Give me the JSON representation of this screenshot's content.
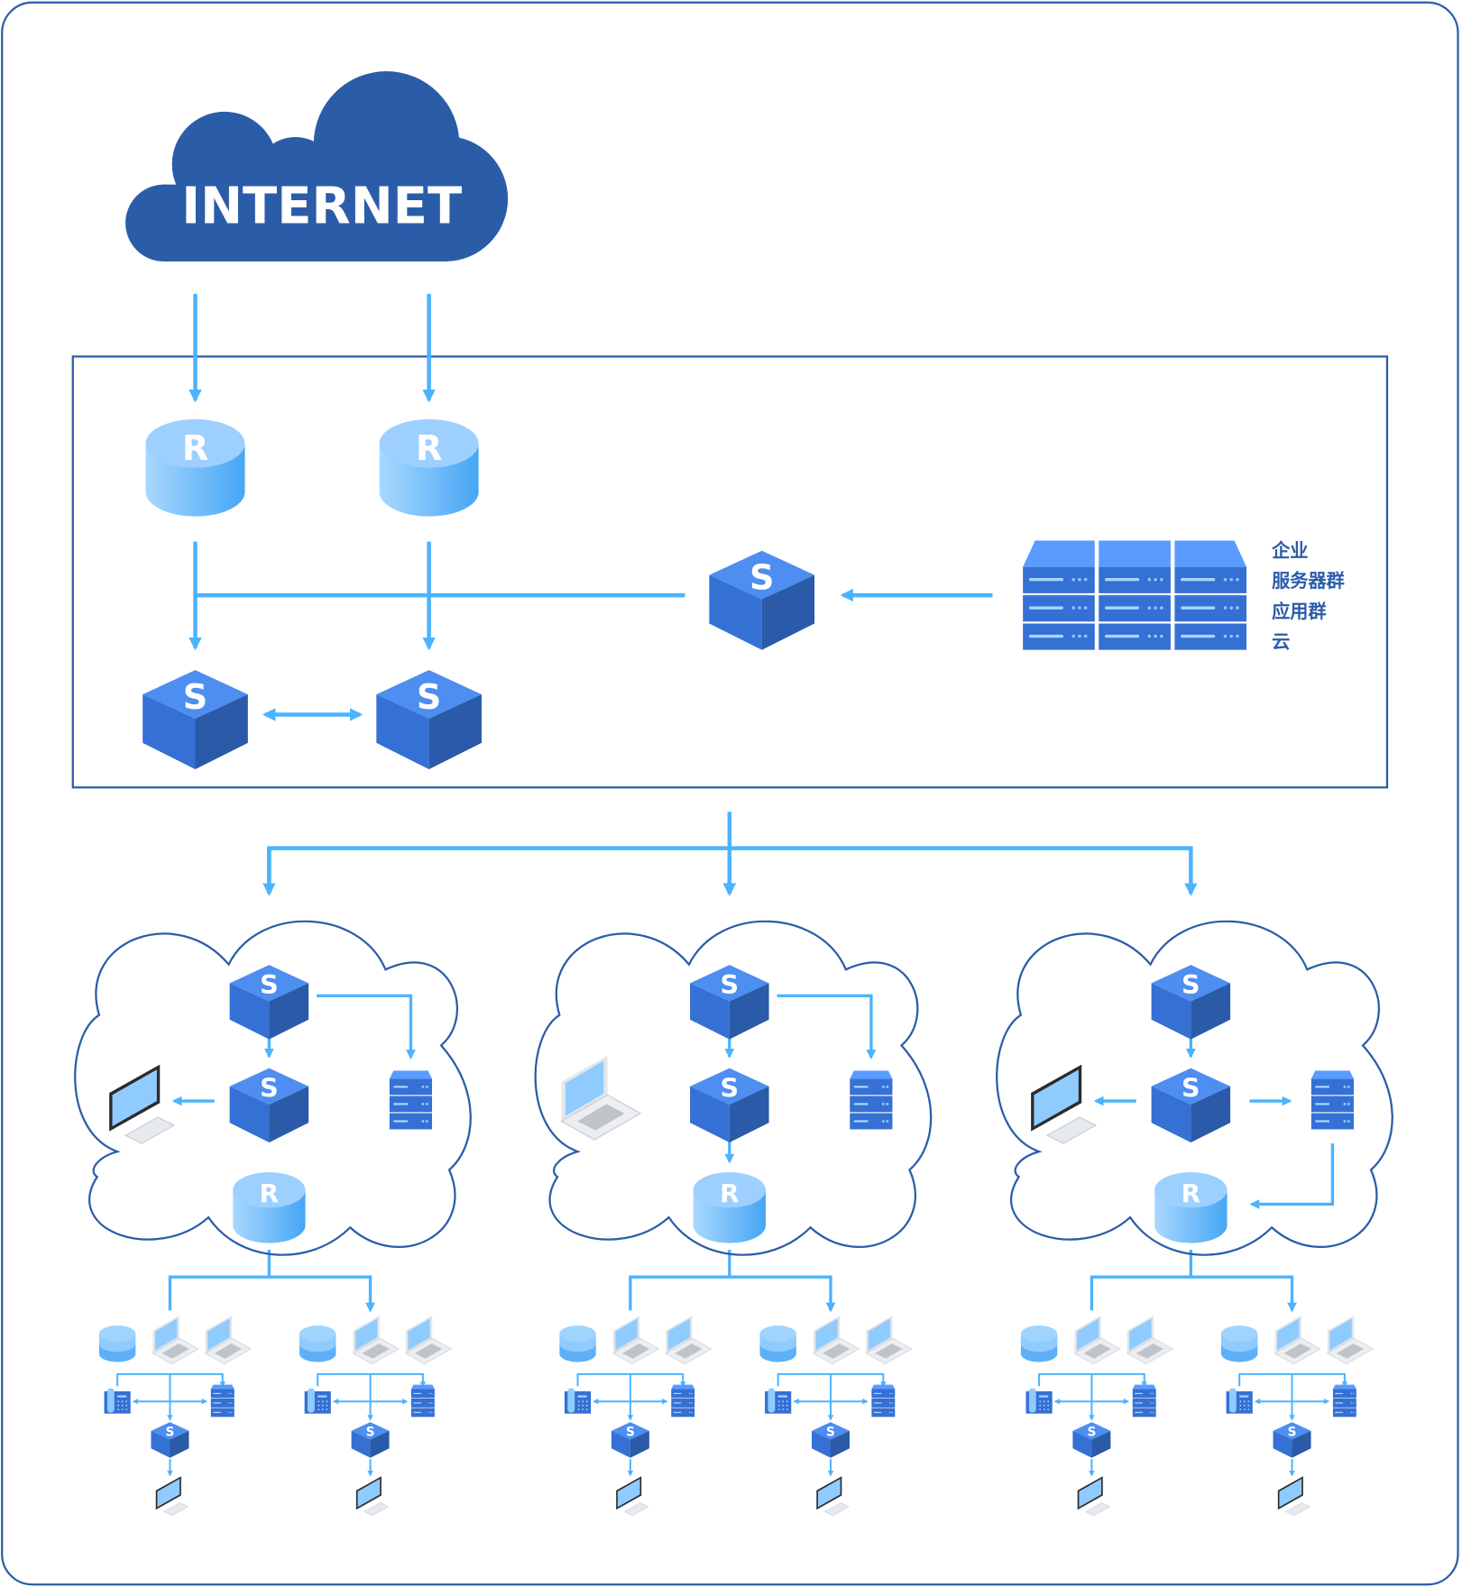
{
  "internet": {
    "label": "INTERNET"
  },
  "server_farm": {
    "labels": [
      "企业",
      "服务器群",
      "应用群",
      "云"
    ]
  },
  "device_letters": {
    "switch": "S",
    "router": "R"
  },
  "colors": {
    "dark_blue": "#2b5ca8",
    "arrow": "#4cb3ff",
    "switch_top": "#4d8ef0",
    "switch_left": "#3570d4",
    "switch_right": "#2a5aa8",
    "router_light": "#a8d8ff",
    "router_dark": "#46a6f5"
  }
}
